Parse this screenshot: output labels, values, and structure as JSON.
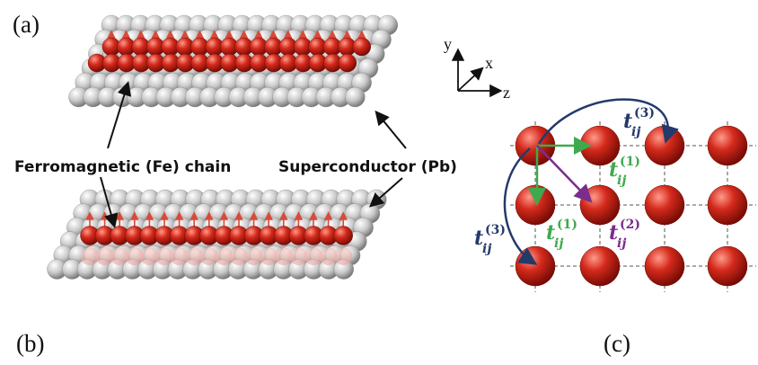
{
  "panel_labels": {
    "a": "(a)",
    "b": "(b)",
    "c": "(c)"
  },
  "callouts": {
    "chain": "Ferromagnetic (Fe) chain",
    "substrate": "Superconductor (Pb)"
  },
  "axes": {
    "y": "y",
    "x": "x",
    "z": "z"
  },
  "hoppings": {
    "t1_upper": {
      "base": "t",
      "sub": "ij",
      "sup": "(1)",
      "color": "#3fa94e"
    },
    "t1_lower": {
      "base": "t",
      "sub": "ij",
      "sup": "(1)",
      "color": "#3fa94e"
    },
    "t2": {
      "base": "t",
      "sub": "ij",
      "sup": "(2)",
      "color": "#7a2d8c"
    },
    "t3_upper": {
      "base": "t",
      "sub": "ij",
      "sup": "(3)",
      "color": "#243a6b"
    },
    "t3_left": {
      "base": "t",
      "sub": "ij",
      "sup": "(3)",
      "color": "#243a6b"
    }
  },
  "colors": {
    "atom_red": "#cc1a12",
    "substrate_grey": "#c8c8c8",
    "spin_arrow": "#d84a3a",
    "nn_hop": "#3fa94e",
    "nnn_hop": "#7a2d8c",
    "third_hop": "#243a6b"
  },
  "lattice": {
    "rows": 3,
    "cols": 4
  }
}
